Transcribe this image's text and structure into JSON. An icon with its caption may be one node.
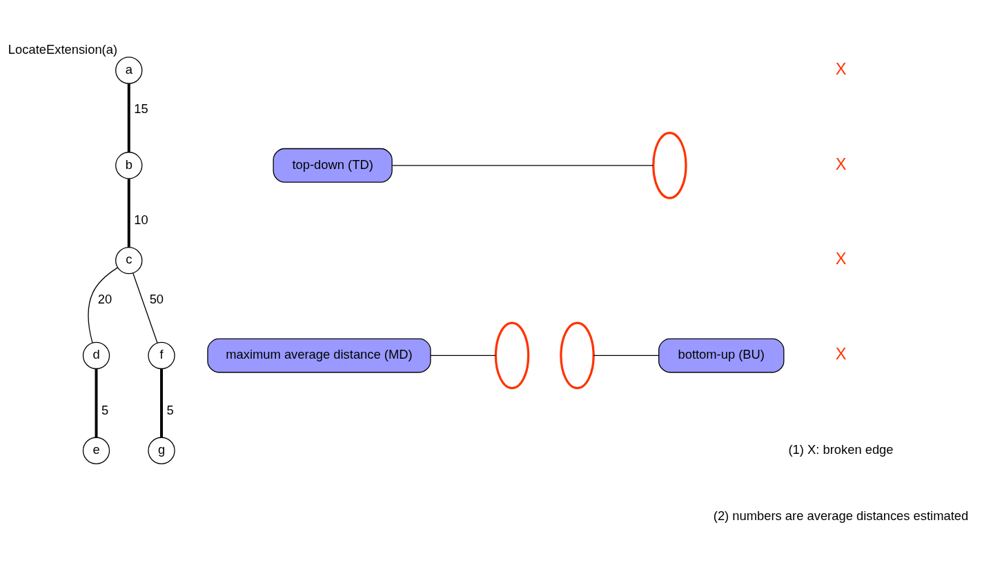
{
  "diagram": {
    "nodes": [
      {
        "text": [
          "a"
        ],
        "beside": [
          "LocateExtension(a)"
        ]
      },
      {
        "text": [
          "top-down (TD)"
        ]
      },
      {
        "text": [
          "b"
        ]
      },
      {
        "text": [],
        "shape": "ellipse"
      },
      {
        "text": [
          "maximum average distance (MD)"
        ]
      },
      {
        "text": [
          "c"
        ]
      },
      {
        "text": [],
        "shape": "ellipse"
      },
      {
        "text": [
          "d"
        ]
      },
      {
        "text": [
          "f"
        ]
      },
      {
        "text": [],
        "shape": "ellipse"
      },
      {
        "text": [
          "e"
        ]
      },
      {
        "text": [
          "g"
        ]
      },
      {
        "text": [
          "bottom-up (BU)"
        ]
      }
    ],
    "edges": [
      {
        "from": 0,
        "to": 2,
        "arrow": "none",
        "label": "15",
        "style": "thick"
      },
      {
        "from": 2,
        "to": 5,
        "arrow": "none",
        "label": "10",
        "style": "thick"
      },
      {
        "from": 5,
        "to": 7,
        "arrow": "none",
        "label": "20"
      },
      {
        "from": 5,
        "to": 8,
        "arrow": "none",
        "label": "50"
      },
      {
        "from": 7,
        "to": 10,
        "arrow": "none",
        "label": "5",
        "style": "thick"
      },
      {
        "from": 8,
        "to": 11,
        "arrow": "none",
        "label": "5",
        "style": "thick"
      },
      {
        "from": 1,
        "to": 3,
        "arrow": "none"
      },
      {
        "from": 4,
        "to": 6,
        "arrow": "none"
      },
      {
        "from": 12,
        "to": 9,
        "arrow": "none"
      }
    ],
    "labels": [
      "X",
      "X",
      "X",
      "X",
      "(1) X: broken edge",
      "(2) numbers are average distances estimated"
    ]
  }
}
